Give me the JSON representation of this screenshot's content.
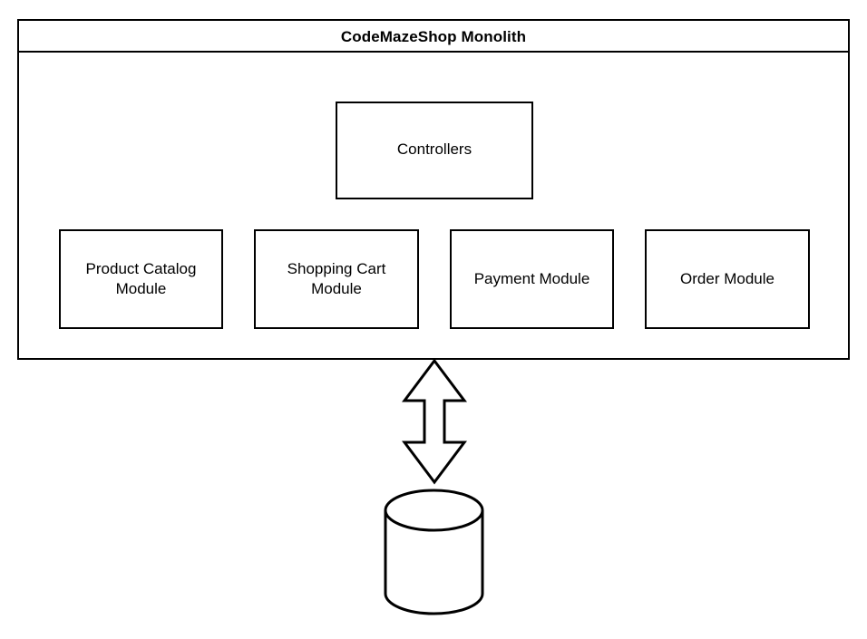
{
  "diagram": {
    "title": "CodeMazeShop Monolith",
    "background_color": "#ffffff",
    "stroke_color": "#000000",
    "controllers": {
      "label": "Controllers"
    },
    "modules": [
      {
        "label": "Product Catalog Module"
      },
      {
        "label": "Shopping Cart Module"
      },
      {
        "label": "Payment Module"
      },
      {
        "label": "Order Module"
      }
    ],
    "connector": {
      "type": "bidirectional-block-arrow",
      "direction": "vertical",
      "label": ""
    },
    "database": {
      "type": "cylinder",
      "label": ""
    }
  }
}
